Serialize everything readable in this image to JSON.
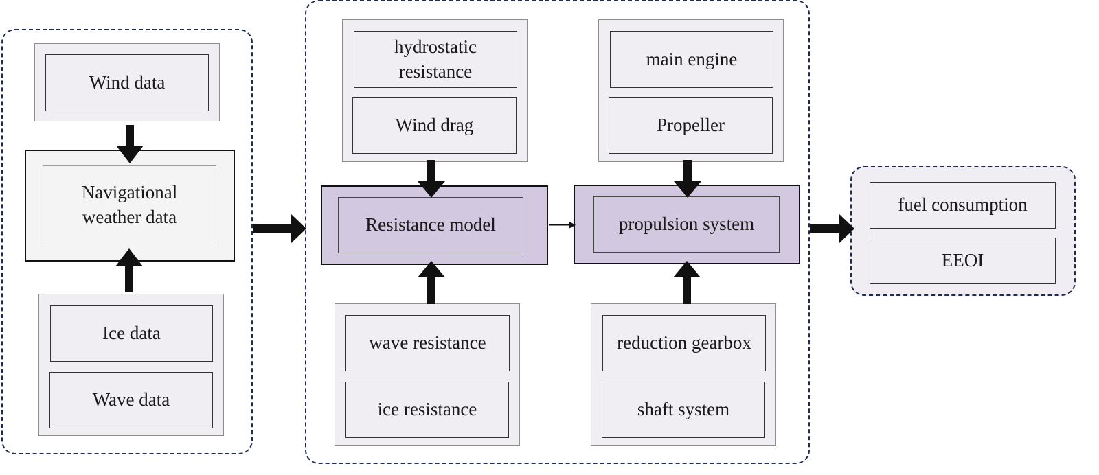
{
  "left_group": {
    "wind": "Wind data",
    "center": "Navigational\nweather data",
    "ice": "Ice data",
    "wave": "Wave data"
  },
  "middle_group": {
    "resistance": {
      "top1": "hydrostatic\nresistance",
      "top2": "Wind drag",
      "center": "Resistance model",
      "bottom1": "wave resistance",
      "bottom2": "ice resistance"
    },
    "propulsion": {
      "top1": "main engine",
      "top2": "Propeller",
      "center": "propulsion system",
      "bottom1": "reduction gearbox",
      "bottom2": "shaft system"
    }
  },
  "right_group": {
    "out1": "fuel consumption",
    "out2": "EEOI"
  },
  "colors": {
    "group_border": "#1f2a55",
    "box_fill": "#f0eef3",
    "hub_purple": "#d2c8df",
    "arrow": "#111111"
  }
}
